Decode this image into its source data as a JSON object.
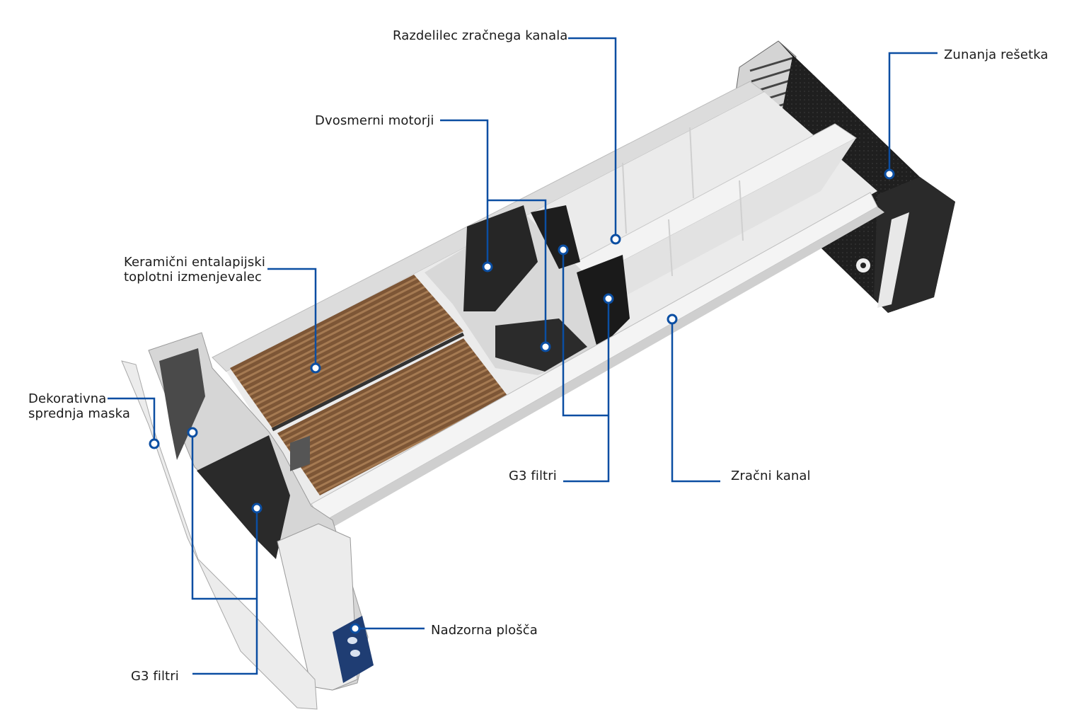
{
  "colors": {
    "leader": "#0b4ea2",
    "text": "#1b1b1b"
  },
  "labels": {
    "air_duct_divider": "Razdelilec zračnega kanala",
    "outer_grille": "Zunanja rešetka",
    "bidirectional_motors": "Dvosmerni motorji",
    "heat_exchanger_line1": "Keramični entalapijski",
    "heat_exchanger_line2": "toplotni izmenjevalec",
    "front_mask_line1": "Dekorativna",
    "front_mask_line2": "sprednja maska",
    "g3_filters_middle": "G3 filtri",
    "air_duct": "Zračni kanal",
    "control_panel": "Nadzorna plošča",
    "g3_filters_bottom": "G3 filtri"
  }
}
